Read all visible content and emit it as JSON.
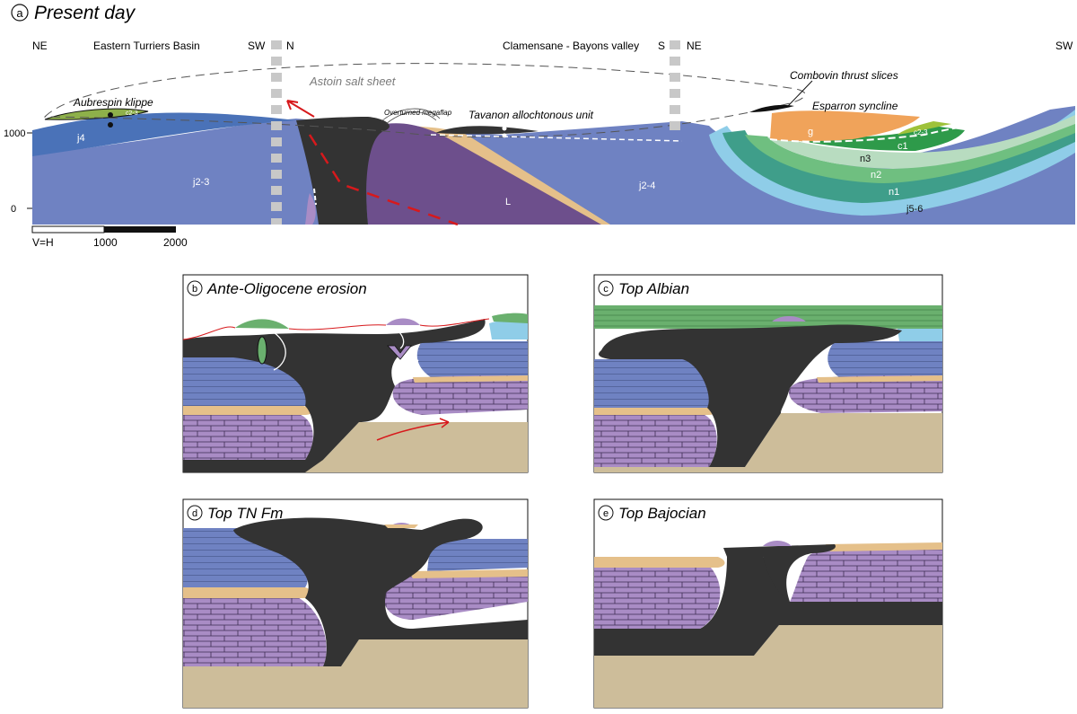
{
  "panel_a": {
    "letter": "a",
    "title": "Present day",
    "orientation": {
      "ne_left": "NE",
      "sw_mid1": "SW",
      "n_mid1": "N",
      "s_mid2": "S",
      "ne_mid2": "NE",
      "sw_right": "SW"
    },
    "sections": {
      "left": "Eastern Turriers Basin",
      "middle": "Clamensane - Bayons valley"
    },
    "labels": {
      "astoin": "Astoin salt sheet",
      "aubrespin": "Aubrespin klippe",
      "combovin": "Combovin thrust slices",
      "esparron": "Esparron syncline",
      "tavanon": "Tavanon allochtonous unit",
      "overturned": "Overturned megaflap"
    },
    "units": {
      "j4": "j4",
      "j23": "j2-3",
      "j24": "j2-4",
      "L": "L",
      "g": "g",
      "c23": "c2-3",
      "c1": "c1",
      "n3": "n3",
      "n2": "n2",
      "n1": "n1",
      "j56": "j5-6",
      "c2_small": "c2-3"
    },
    "elevation_ticks": [
      "1000",
      "0"
    ],
    "scale": {
      "vh": "V=H",
      "mid": "1000",
      "end": "2000"
    }
  },
  "panel_b": {
    "letter": "b",
    "title": "Ante-Oligocene erosion"
  },
  "panel_c": {
    "letter": "c",
    "title": "Top Albian"
  },
  "panel_d": {
    "letter": "d",
    "title": "Top TN Fm"
  },
  "panel_e": {
    "letter": "e",
    "title": "Top Bajocian"
  },
  "colors": {
    "salt": "#333333",
    "jurassic_blue": "#6f82c2",
    "upper_blue": "#4a72b8",
    "lias_purple": "#a98cc5",
    "L_purple": "#6d4f8c",
    "tan": "#e5c08a",
    "basement": "#cdbd9a",
    "green": "#6ab06e",
    "light_blue": "#8fcde8",
    "orange": "#f0a35a"
  }
}
